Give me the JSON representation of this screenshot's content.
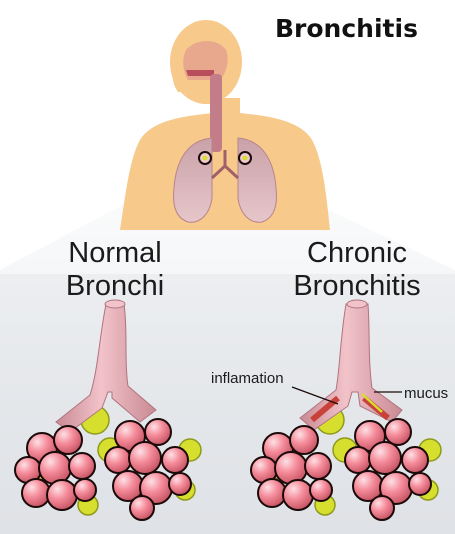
{
  "title": "Bronchitis",
  "panels": {
    "normal": {
      "heading_line1": "Normal",
      "heading_line2": "Bronchi"
    },
    "chronic": {
      "heading_line1": "Chronic",
      "heading_line2": "Bronchitis"
    }
  },
  "callouts": {
    "inflamation": "inflamation",
    "mucus": "mucus"
  },
  "colors": {
    "skin": "#f7c98a",
    "lung": "#d6a6ae",
    "bronchi": "#e3a3ae",
    "alveoli": "#ef7f90",
    "outline": "#1a0a0a",
    "mucus_yellow": "#d6df2d",
    "inflamation": "#c8423a",
    "panel_bg": "#e7e9ec"
  }
}
